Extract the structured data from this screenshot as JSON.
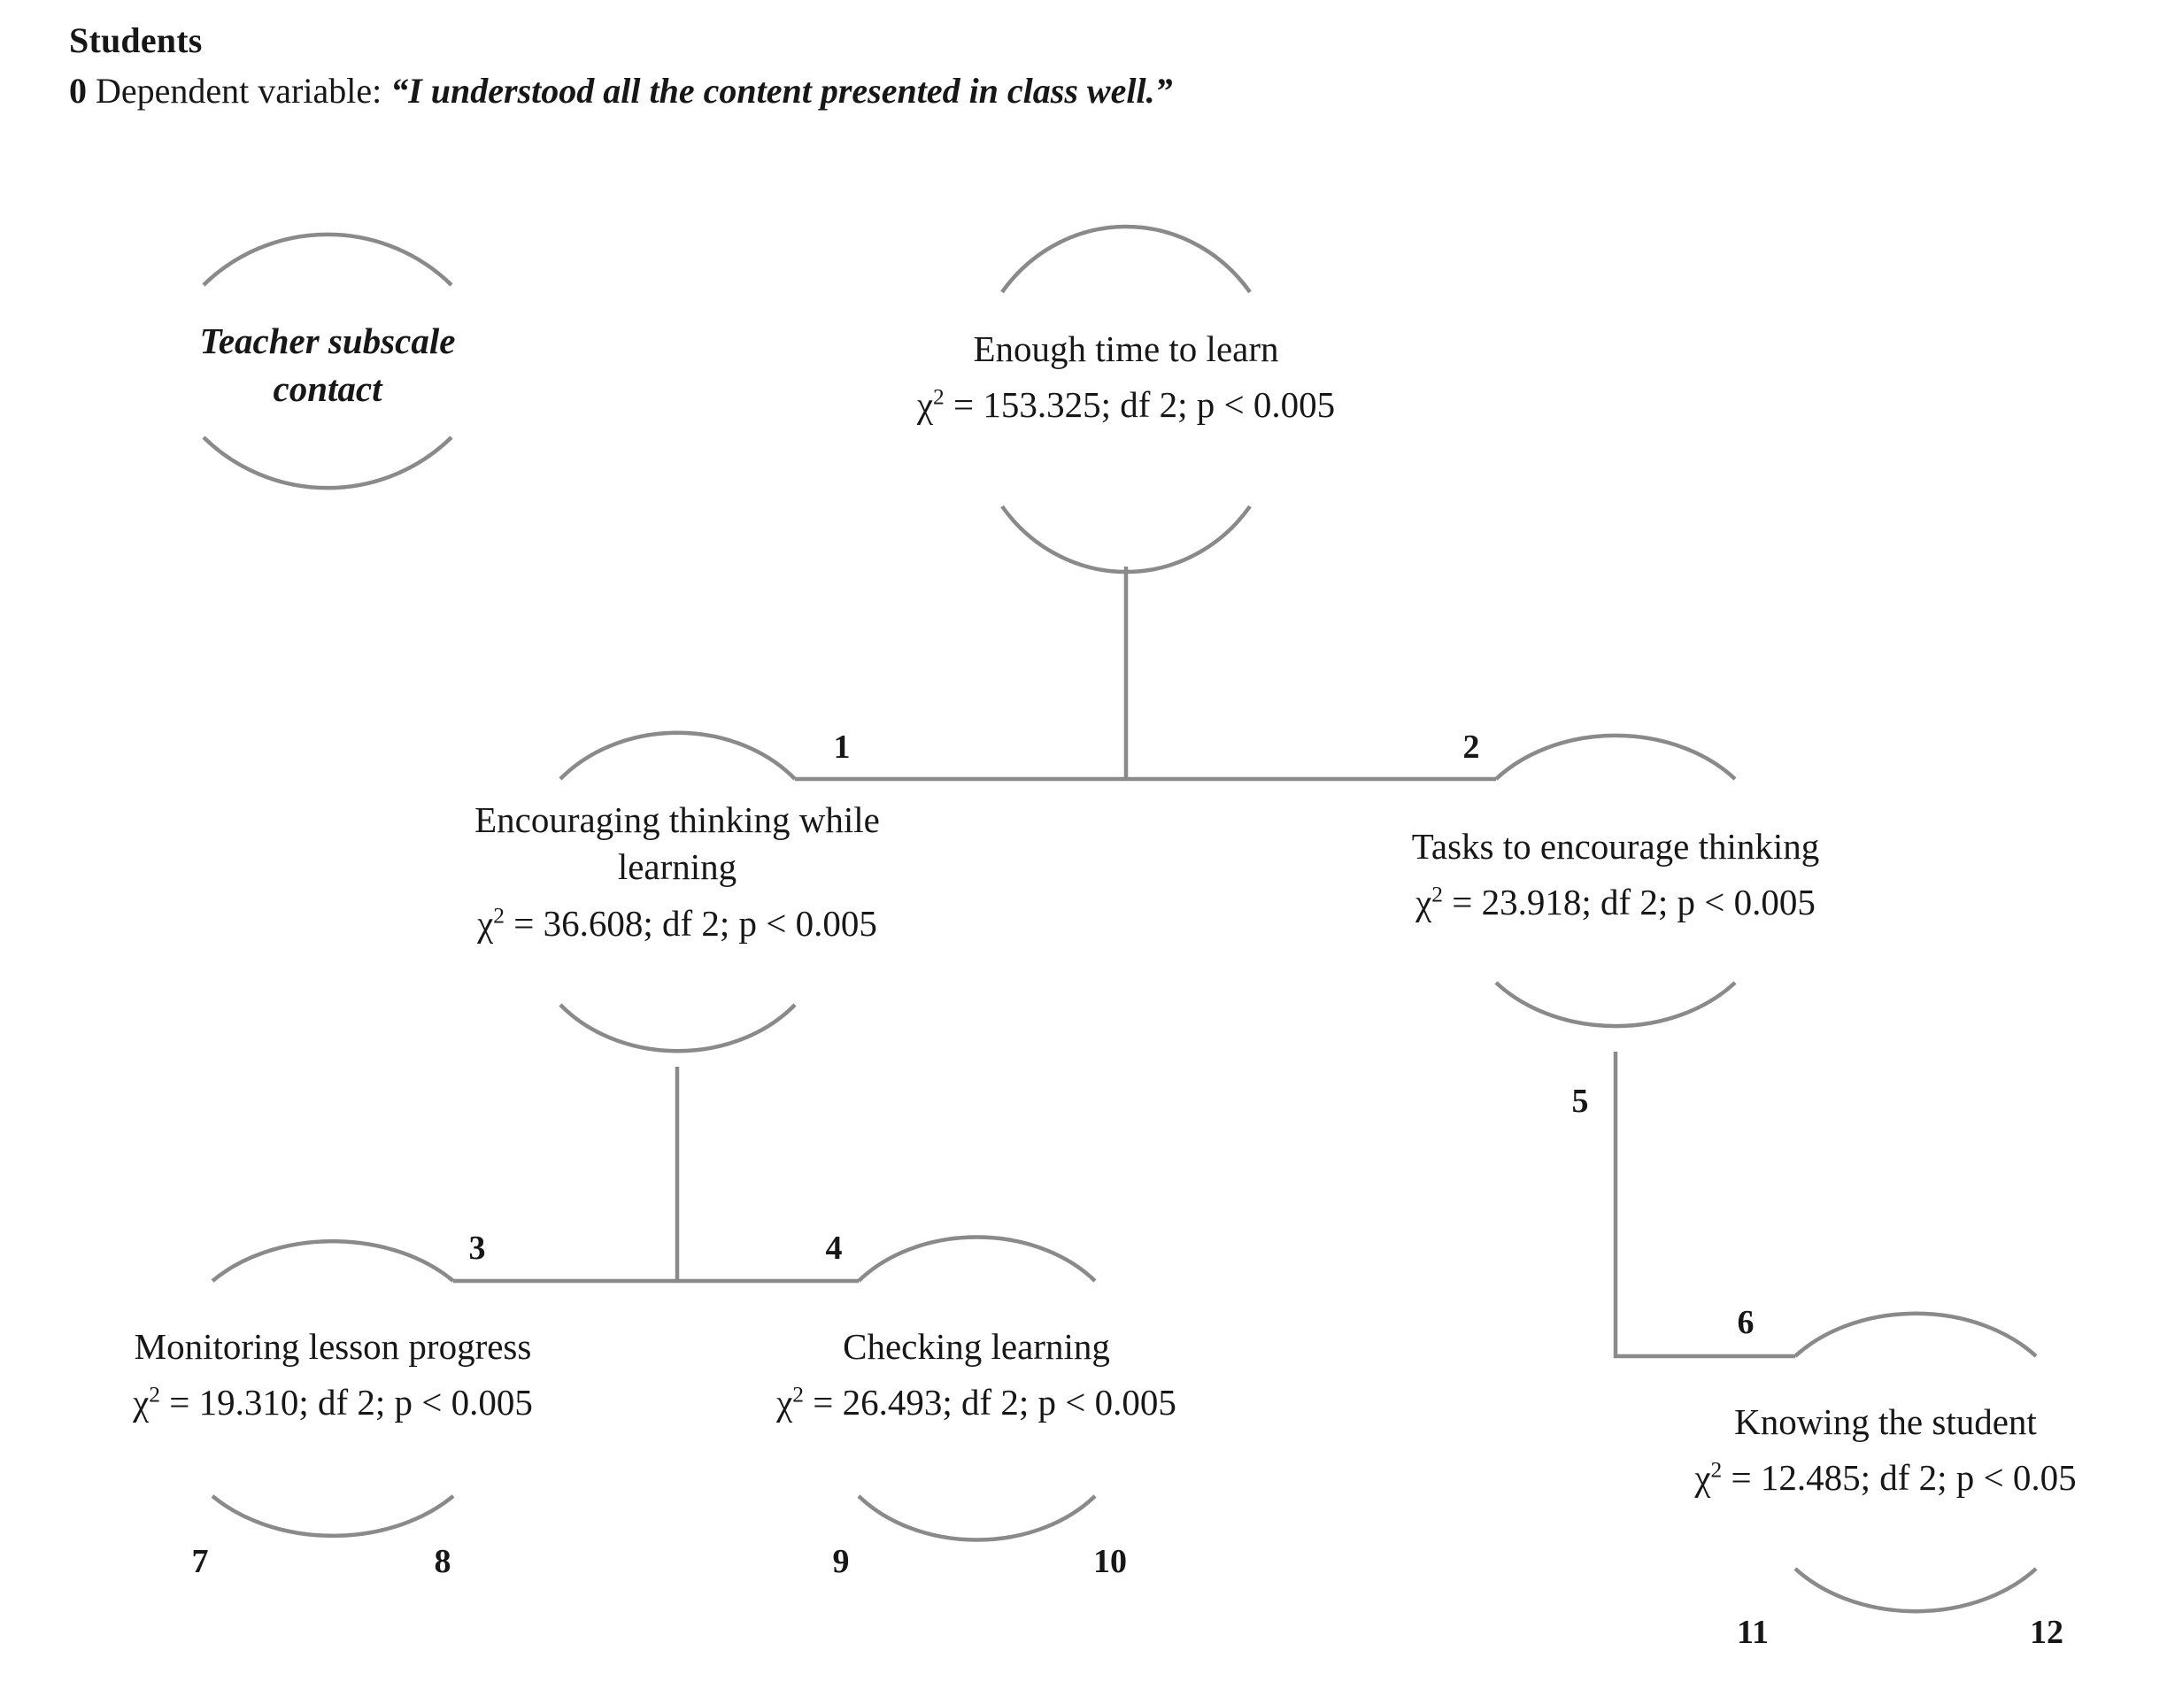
{
  "header": {
    "group_label": "Students",
    "dep_prefix": "0",
    "dep_label": "Dependent variable:",
    "dep_quote": "“I understood all the content presented in class well.”"
  },
  "diagram": {
    "type": "chaid-decision-tree",
    "stroke_color": "#8a8a8a",
    "text_color": "#171717",
    "nodes": [
      {
        "id": "root",
        "title_line1": "Teacher subscale",
        "title_line2": "contact",
        "stat": ""
      },
      {
        "id": "enough-time-to-learn",
        "title": "Enough time to learn",
        "chi_label": "χ",
        "chi_exp": "2",
        "stat": " = 153.325; df 2; p < 0.005",
        "chi_value": 153.325,
        "df": 2,
        "p": "< 0.005"
      },
      {
        "id": "encouraging-thinking-while-learning",
        "title_line1": "Encouraging thinking while",
        "title_line2": "learning",
        "stat": " = 36.608; df 2; p < 0.005",
        "chi_value": 36.608,
        "df": 2,
        "p": "< 0.005"
      },
      {
        "id": "tasks-to-encourage-thinking",
        "title": "Tasks to encourage thinking",
        "stat": " = 23.918; df 2; p < 0.005",
        "chi_value": 23.918,
        "df": 2,
        "p": "< 0.005"
      },
      {
        "id": "monitoring-lesson-progress",
        "title": "Monitoring lesson progress",
        "stat": " = 19.310; df 2; p < 0.005",
        "chi_value": 19.31,
        "df": 2,
        "p": "< 0.005"
      },
      {
        "id": "checking-learning",
        "title": "Checking learning",
        "stat": " = 26.493; df 2; p < 0.005",
        "chi_value": 26.493,
        "df": 2,
        "p": "< 0.005"
      },
      {
        "id": "knowing-the-student",
        "title": "Knowing the student",
        "stat": " = 12.485; df 2; p < 0.05",
        "chi_value": 12.485,
        "df": 2,
        "p": "< 0.05"
      }
    ],
    "branch_numbers": {
      "b1": "1",
      "b2": "2",
      "b3": "3",
      "b4": "4",
      "b5": "5",
      "b6": "6",
      "b7": "7",
      "b8": "8",
      "b9": "9",
      "b10": "10",
      "b11": "11",
      "b12": "12"
    }
  }
}
